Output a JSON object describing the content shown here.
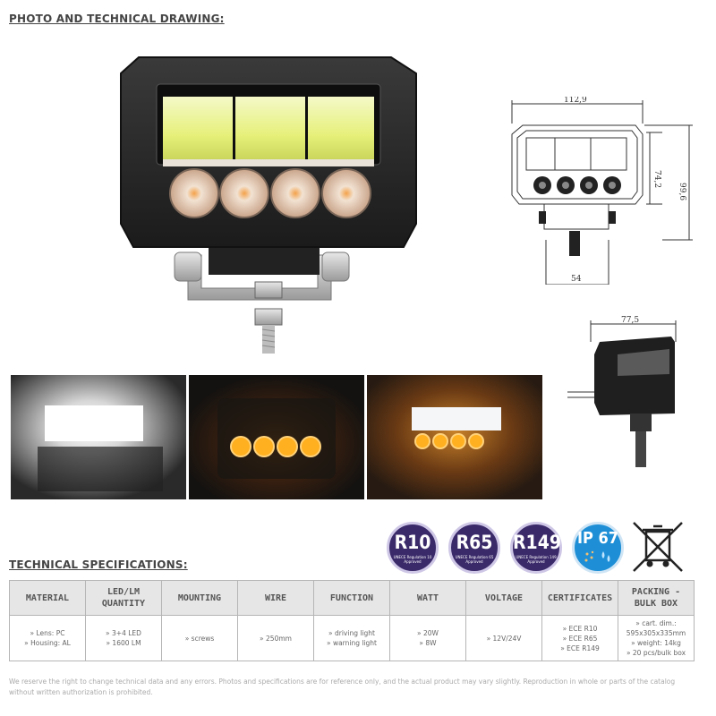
{
  "headings": {
    "photo": "PHOTO AND TECHNICAL DRAWING:",
    "specs": "TECHNICAL SPECIFICATIONS:"
  },
  "drawing": {
    "width": "112,9",
    "height_inner": "74,2",
    "height_total": "99,6",
    "bracket_width": "54",
    "depth": "77,5"
  },
  "certifications": [
    {
      "code": "R10",
      "text": "UNECE Regulation 10 Approved",
      "color": "#3a2a6a"
    },
    {
      "code": "R65",
      "text": "UNECE Regulation 65 Approved",
      "color": "#3a2a6a"
    },
    {
      "code": "R149",
      "text": "UNECE Regulation 149 Approved",
      "color": "#3a2a6a"
    },
    {
      "code": "IP 67",
      "color": "#1e8fd6"
    }
  ],
  "icons": {
    "weee": "crossed-out-wheelie-bin-icon"
  },
  "table": {
    "headers": [
      "MATERIAL",
      "LED/LM QUANTITY",
      "MOUNTING",
      "WIRE",
      "FUNCTION",
      "WATT",
      "VOLTAGE",
      "CERTIFICATES",
      "PACKING - BULK BOX"
    ],
    "cells": {
      "material": [
        "» Lens: PC",
        "» Housing: AL"
      ],
      "led": [
        "» 3+4 LED",
        "» 1600 LM"
      ],
      "mounting": [
        "» screws"
      ],
      "wire": [
        "» 250mm"
      ],
      "function": [
        "» driving light",
        "» warning light"
      ],
      "watt": [
        "» 20W",
        "» 8W"
      ],
      "voltage": [
        "» 12V/24V"
      ],
      "certificates": [
        "» ECE R10",
        "» ECE R65",
        "» ECE R149"
      ],
      "packing": [
        "» cart. dim.:",
        "595x305x335mm",
        "» weight: 14kg",
        "» 20 pcs/bulk box"
      ]
    }
  },
  "disclaimer": "We reserve the right to change technical data and any errors. Photos and specifications are for reference only, and the actual product may vary slightly. Reproduction in whole or parts of the catalog without written authorization is prohibited."
}
